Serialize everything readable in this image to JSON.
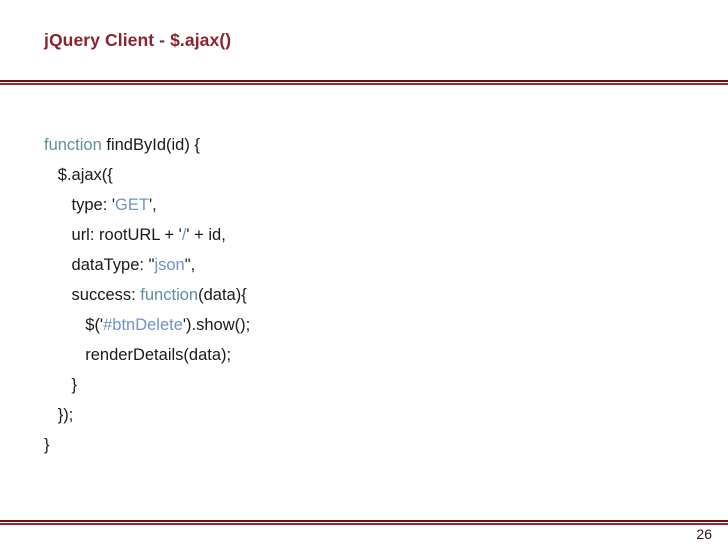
{
  "slide": {
    "title": "jQuery Client - $.ajax()",
    "page_number": "26",
    "accent_color": "#8B2331",
    "rule_dark_color": "#6E101C",
    "rule_light_color": "#A32430",
    "background_color": "#ffffff"
  },
  "code": {
    "language": "javascript",
    "keyword_color": "#5E8E9E",
    "string_color": "#7391C7",
    "text_color": "#1a1a1a",
    "lines": [
      {
        "indent": 0,
        "tokens": [
          {
            "t": "function",
            "k": "kw"
          },
          {
            "t": " findById(id) {",
            "k": "plain"
          }
        ]
      },
      {
        "indent": 1,
        "tokens": [
          {
            "t": "$.ajax({",
            "k": "plain"
          }
        ]
      },
      {
        "indent": 2,
        "tokens": [
          {
            "t": "type: '",
            "k": "plain"
          },
          {
            "t": "GET",
            "k": "str"
          },
          {
            "t": "',",
            "k": "plain"
          }
        ]
      },
      {
        "indent": 2,
        "tokens": [
          {
            "t": "url: rootURL + '",
            "k": "plain"
          },
          {
            "t": "/",
            "k": "str"
          },
          {
            "t": "' + id,",
            "k": "plain"
          }
        ]
      },
      {
        "indent": 2,
        "tokens": [
          {
            "t": "dataType: \"",
            "k": "plain"
          },
          {
            "t": "json",
            "k": "str"
          },
          {
            "t": "\",",
            "k": "plain"
          }
        ]
      },
      {
        "indent": 2,
        "tokens": [
          {
            "t": "success: ",
            "k": "plain"
          },
          {
            "t": "function",
            "k": "kw"
          },
          {
            "t": "(data){",
            "k": "plain"
          }
        ]
      },
      {
        "indent": 3,
        "tokens": [
          {
            "t": "$('",
            "k": "plain"
          },
          {
            "t": "#btnDelete",
            "k": "str"
          },
          {
            "t": "').show();",
            "k": "plain"
          }
        ]
      },
      {
        "indent": 3,
        "tokens": [
          {
            "t": "renderDetails(data);",
            "k": "plain"
          }
        ]
      },
      {
        "indent": 2,
        "tokens": [
          {
            "t": "}",
            "k": "plain"
          }
        ]
      },
      {
        "indent": 1,
        "tokens": [
          {
            "t": "});",
            "k": "plain"
          }
        ]
      },
      {
        "indent": 0,
        "tokens": [
          {
            "t": "}",
            "k": "plain"
          }
        ]
      }
    ]
  }
}
